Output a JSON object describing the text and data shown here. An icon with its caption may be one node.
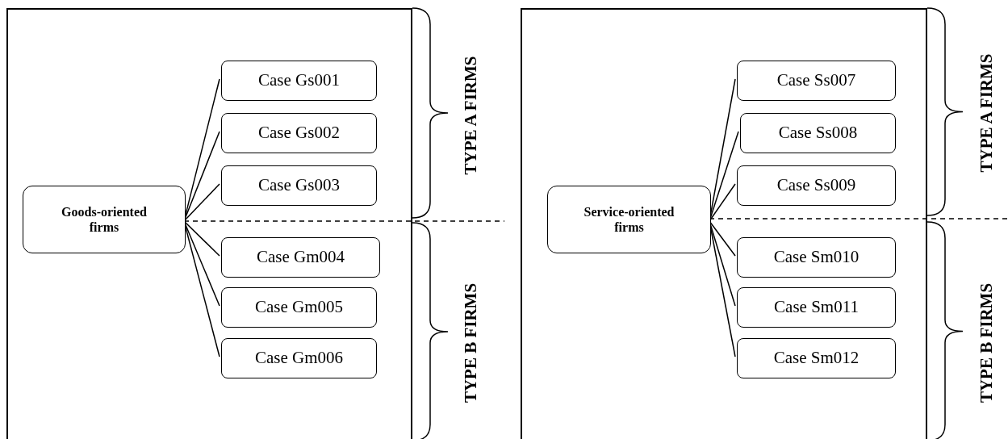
{
  "diagram": {
    "nodes": [
      {
        "text": [],
        "shape": "box"
      },
      {
        "text": [
          "Goods-oriented firms"
        ],
        "in": 0
      },
      {
        "text": [
          "Case Gs001"
        ],
        "in": 0
      },
      {
        "text": [
          "Case Gs002"
        ],
        "in": 0
      },
      {
        "text": [
          "Case Gs003"
        ],
        "in": 0
      },
      {
        "text": [
          "Case Gm004"
        ],
        "in": 0
      },
      {
        "text": [
          "Case Gm005"
        ],
        "in": 0
      },
      {
        "text": [
          "Case Gm006"
        ],
        "in": 0
      },
      {
        "text": [],
        "shape": "box"
      },
      {
        "text": [
          "Service-oriented firms"
        ],
        "in": 8
      },
      {
        "text": [
          "Case Ss007"
        ],
        "in": 8
      },
      {
        "text": [
          "Case Ss008"
        ],
        "in": 8
      },
      {
        "text": [
          "Case Ss009"
        ],
        "in": 8
      },
      {
        "text": [
          "Case Sm010"
        ],
        "in": 8
      },
      {
        "text": [
          "Case Sm011"
        ],
        "in": 8
      },
      {
        "text": [
          "Case Sm012"
        ],
        "in": 8
      }
    ],
    "edges": [
      {
        "from": 1,
        "to": 2,
        "arrow": "none"
      },
      {
        "from": 1,
        "to": 3,
        "arrow": "none"
      },
      {
        "from": 1,
        "to": 4,
        "arrow": "none"
      },
      {
        "from": 1,
        "to": 5,
        "arrow": "none"
      },
      {
        "from": 1,
        "to": 6,
        "arrow": "none"
      },
      {
        "from": 1,
        "to": 7,
        "arrow": "none"
      },
      {
        "from": 9,
        "to": 10,
        "arrow": "none"
      },
      {
        "from": 9,
        "to": 11,
        "arrow": "none"
      },
      {
        "from": 9,
        "to": 12,
        "arrow": "none"
      },
      {
        "from": 9,
        "to": 13,
        "arrow": "none"
      },
      {
        "from": 9,
        "to": 14,
        "arrow": "none"
      },
      {
        "from": 9,
        "to": 15,
        "arrow": "none"
      }
    ],
    "labels": [
      "TYPE A FIRMS",
      "TYPE B FIRMS",
      "TYPE A FIRMS",
      "TYPE B FIRMS"
    ]
  }
}
